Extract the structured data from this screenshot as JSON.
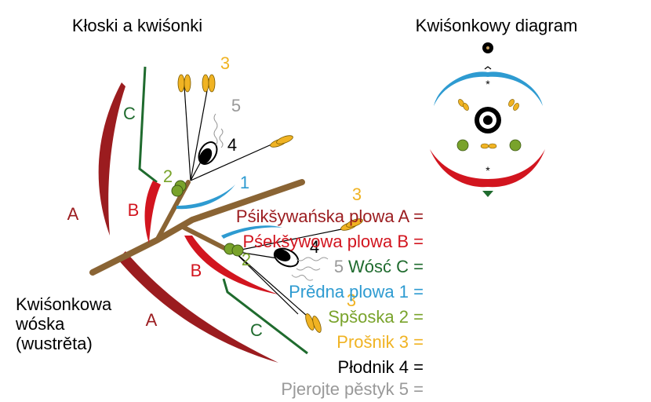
{
  "titles": {
    "left": "Kłoski a kwiśonki",
    "right": "Kwiśonkowy diagram"
  },
  "axis_caption": [
    "Kwiśonkowa",
    "wóska",
    "(wustrěta)"
  ],
  "labels": {
    "A": "A",
    "B": "B",
    "C": "C",
    "n1": "1",
    "n2": "2",
    "n3": "3",
    "n4": "4",
    "n5": "5"
  },
  "legend": [
    {
      "letter": "A",
      "eq": "=",
      "text": "Pśikšywańska plowa",
      "color": "#9b1c1f"
    },
    {
      "letter": "B",
      "eq": "=",
      "text": "Pśekšywowa plowa",
      "color": "#d2151f"
    },
    {
      "letter": "C",
      "eq": "=",
      "text": "Wósć",
      "color": "#1f6b2e"
    },
    {
      "letter": "1",
      "eq": "=",
      "text": "Prědna plowa",
      "color": "#2e9bd1"
    },
    {
      "letter": "2",
      "eq": "=",
      "text": "Spšoska",
      "color": "#79a32b"
    },
    {
      "letter": "3",
      "eq": "=",
      "text": "Prošnik",
      "color": "#f0b323"
    },
    {
      "letter": "4",
      "eq": "=",
      "text": "Płodnik",
      "color": "#000000"
    },
    {
      "letter": "5",
      "eq": "=",
      "text": "Pjerojte pěstyk",
      "color": "#999999"
    }
  ],
  "colors": {
    "A": "#9b1c1f",
    "B": "#d2151f",
    "C": "#1f6b2e",
    "lodicule": "#2e9bd1",
    "lemma_green": "#79a32b",
    "stamen": "#f0b323",
    "axis": "#8a6434",
    "stigma": "#999999"
  }
}
